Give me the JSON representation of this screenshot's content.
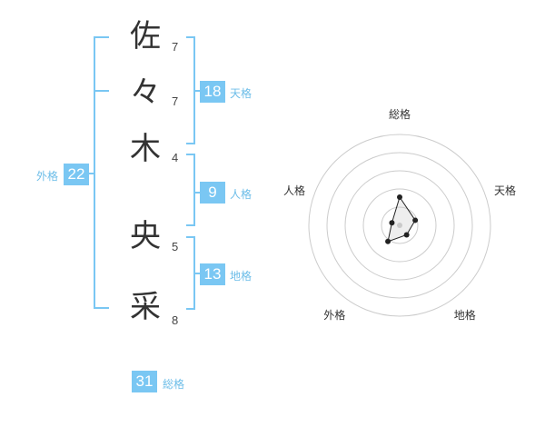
{
  "name_chars": [
    {
      "char": "佐",
      "strokes": "7"
    },
    {
      "char": "々",
      "strokes": "7"
    },
    {
      "char": "木",
      "strokes": "4"
    },
    {
      "char": "央",
      "strokes": "5"
    },
    {
      "char": "采",
      "strokes": "8"
    }
  ],
  "fortunes": {
    "tenkaku": {
      "value": "18",
      "label": "天格"
    },
    "jinkaku": {
      "value": "9",
      "label": "人格"
    },
    "chikaku": {
      "value": "13",
      "label": "地格"
    },
    "gaikaku": {
      "value": "22",
      "label": "外格"
    },
    "soukaku": {
      "value": "31",
      "label": "総格"
    }
  },
  "colors": {
    "accent": "#7ac7f3",
    "bracket": "#7ac7f3",
    "text": "#333333"
  },
  "chart_data": {
    "type": "radar",
    "axes": [
      "総格",
      "天格",
      "地格",
      "外格",
      "人格"
    ],
    "values": [
      31,
      18,
      13,
      22,
      9
    ],
    "rings": 5,
    "range": [
      0,
      100
    ],
    "grid": true
  }
}
